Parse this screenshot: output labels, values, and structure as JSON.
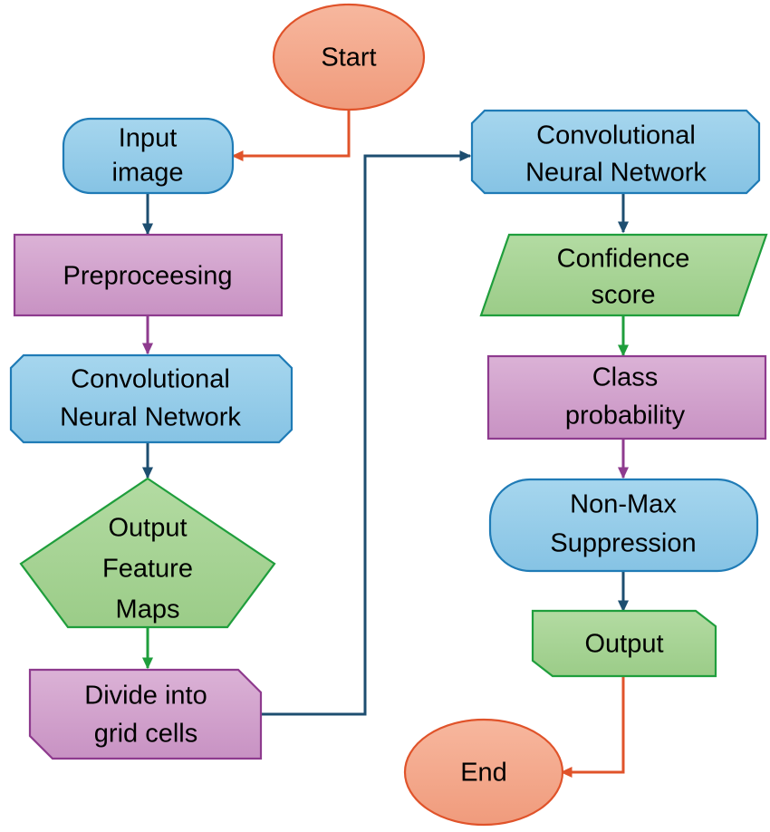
{
  "diagram": {
    "title": "Object detection CNN flowchart",
    "palette": {
      "blue_fill": "#93cbe9",
      "blue_stroke": "#1f7bb6",
      "purple_fill": "#d1a0cc",
      "purple_stroke": "#8e3b8e",
      "green_fill": "#a6d293",
      "green_stroke": "#1f9e3c",
      "salmon_fill": "#f4a68a",
      "salmon_stroke": "#e0532a",
      "arrow_navy": "#1d4e70",
      "arrow_orange": "#e0532a",
      "arrow_purple": "#8e3b8e",
      "arrow_green": "#1f9e3c",
      "background": "#ffffff",
      "text": "#000000"
    },
    "nodes": [
      {
        "id": "start",
        "label": "Start",
        "shape": "ellipse",
        "color": "salmon"
      },
      {
        "id": "input-image",
        "label_line1": "Input",
        "label_line2": "image",
        "shape": "rounded-rect",
        "color": "blue"
      },
      {
        "id": "preprocessing",
        "label": "Preproceesing",
        "shape": "rectangle",
        "color": "purple"
      },
      {
        "id": "cnn-left",
        "label_line1": "Convolutional",
        "label_line2": "Neural Network",
        "shape": "octagon",
        "color": "blue"
      },
      {
        "id": "output-feature-maps",
        "label_line1": "Output",
        "label_line2": "Feature",
        "label_line3": "Maps",
        "shape": "pentagon",
        "color": "green"
      },
      {
        "id": "divide-grid-cells",
        "label_line1": "Divide into",
        "label_line2": "grid cells",
        "shape": "cut-corner-rect",
        "color": "purple"
      },
      {
        "id": "cnn-right",
        "label_line1": "Convolutional",
        "label_line2": "Neural Network",
        "shape": "octagon",
        "color": "blue"
      },
      {
        "id": "confidence-score",
        "label_line1": "Confidence",
        "label_line2": "score",
        "shape": "parallelogram",
        "color": "green"
      },
      {
        "id": "class-probability",
        "label_line1": "Class",
        "label_line2": "probability",
        "shape": "rectangle",
        "color": "purple"
      },
      {
        "id": "non-max-suppression",
        "label_line1": "Non-Max",
        "label_line2": "Suppression",
        "shape": "rounded-rect",
        "color": "blue"
      },
      {
        "id": "output",
        "label": "Output",
        "shape": "cut-corner-rect",
        "color": "green"
      },
      {
        "id": "end",
        "label": "End",
        "shape": "ellipse",
        "color": "salmon"
      }
    ],
    "edges": [
      {
        "from": "start",
        "to": "input-image",
        "color": "arrow_orange"
      },
      {
        "from": "input-image",
        "to": "preprocessing",
        "color": "arrow_navy"
      },
      {
        "from": "preprocessing",
        "to": "cnn-left",
        "color": "arrow_purple"
      },
      {
        "from": "cnn-left",
        "to": "output-feature-maps",
        "color": "arrow_navy"
      },
      {
        "from": "output-feature-maps",
        "to": "divide-grid-cells",
        "color": "arrow_green"
      },
      {
        "from": "divide-grid-cells",
        "to": "cnn-right",
        "color": "arrow_navy"
      },
      {
        "from": "cnn-right",
        "to": "confidence-score",
        "color": "arrow_navy"
      },
      {
        "from": "confidence-score",
        "to": "class-probability",
        "color": "arrow_green"
      },
      {
        "from": "class-probability",
        "to": "non-max-suppression",
        "color": "arrow_purple"
      },
      {
        "from": "non-max-suppression",
        "to": "output",
        "color": "arrow_navy"
      },
      {
        "from": "output",
        "to": "end",
        "color": "arrow_orange"
      }
    ]
  },
  "labels": {
    "start": "Start",
    "input_image_l1": "Input",
    "input_image_l2": "image",
    "preprocessing": "Preproceesing",
    "cnn_left_l1": "Convolutional",
    "cnn_left_l2": "Neural Network",
    "ofm_l1": "Output",
    "ofm_l2": "Feature",
    "ofm_l3": "Maps",
    "divide_l1": "Divide into",
    "divide_l2": "grid cells",
    "cnn_right_l1": "Convolutional",
    "cnn_right_l2": "Neural Network",
    "confidence_l1": "Confidence",
    "confidence_l2": "score",
    "class_prob_l1": "Class",
    "class_prob_l2": "probability",
    "nms_l1": "Non-Max",
    "nms_l2": "Suppression",
    "output": "Output",
    "end": "End"
  }
}
